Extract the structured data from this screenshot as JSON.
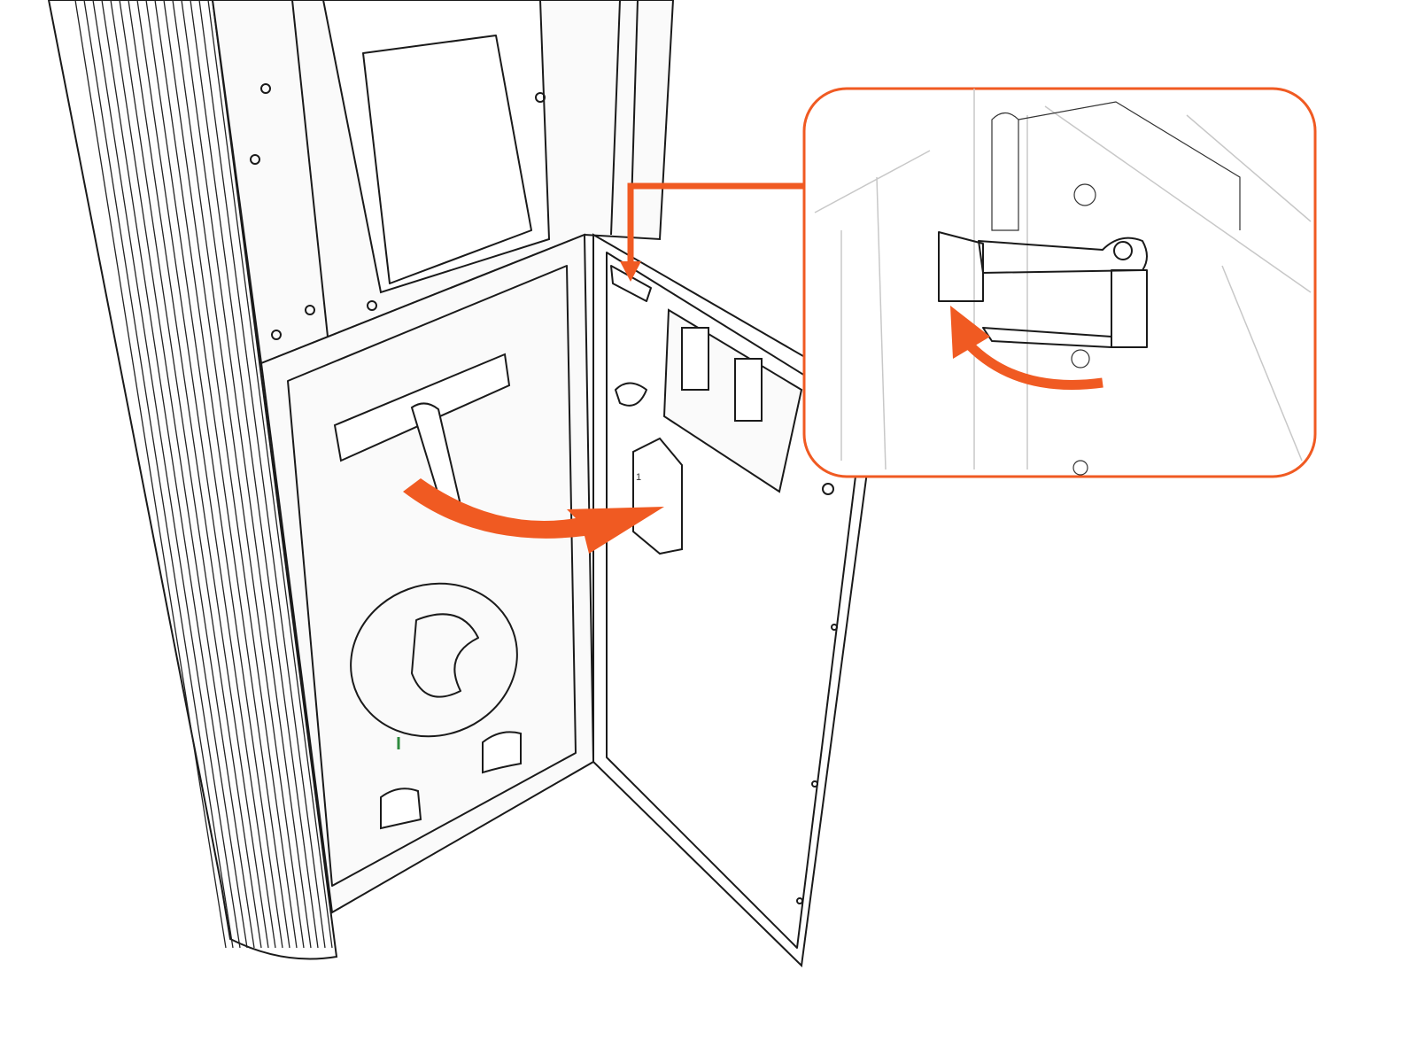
{
  "figure": {
    "component_label": "1",
    "colors": {
      "accent": "#F05A22",
      "line": "#1a1a1a",
      "background": "#ffffff",
      "indicator": "#2e8b3e"
    },
    "icons": [
      "swing-open-arrow",
      "pointer-arrow",
      "rotate-hinge-arrow"
    ]
  }
}
